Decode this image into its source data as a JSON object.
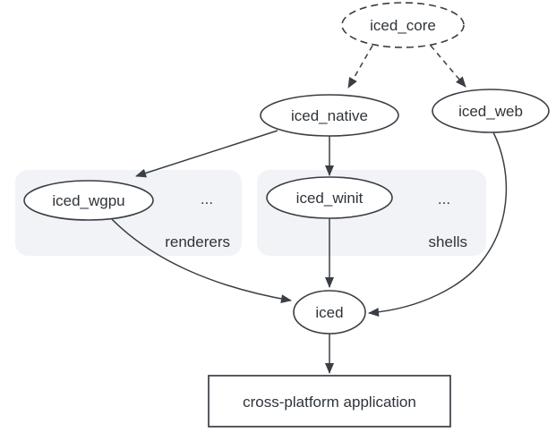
{
  "diagram": {
    "nodes": {
      "iced_core": {
        "label": "iced_core",
        "shape": "ellipse",
        "border": "dashed"
      },
      "iced_native": {
        "label": "iced_native",
        "shape": "ellipse",
        "border": "solid"
      },
      "iced_web": {
        "label": "iced_web",
        "shape": "ellipse",
        "border": "solid"
      },
      "iced_wgpu": {
        "label": "iced_wgpu",
        "shape": "ellipse",
        "border": "solid"
      },
      "iced_winit": {
        "label": "iced_winit",
        "shape": "ellipse",
        "border": "solid"
      },
      "iced": {
        "label": "iced",
        "shape": "ellipse",
        "border": "solid"
      },
      "application": {
        "label": "cross-platform application",
        "shape": "rectangle",
        "border": "solid"
      }
    },
    "groups": {
      "renderers": {
        "label": "renderers",
        "ellipsis": "...",
        "members": [
          "iced_wgpu"
        ]
      },
      "shells": {
        "label": "shells",
        "ellipsis": "...",
        "members": [
          "iced_winit"
        ]
      }
    },
    "edges": [
      {
        "from": "iced_core",
        "to": "iced_native",
        "style": "dashed"
      },
      {
        "from": "iced_core",
        "to": "iced_web",
        "style": "dashed"
      },
      {
        "from": "iced_native",
        "to": "iced_wgpu",
        "style": "solid"
      },
      {
        "from": "iced_native",
        "to": "iced_winit",
        "style": "solid"
      },
      {
        "from": "iced_wgpu",
        "to": "iced",
        "style": "solid"
      },
      {
        "from": "iced_winit",
        "to": "iced",
        "style": "solid"
      },
      {
        "from": "iced_web",
        "to": "iced",
        "style": "solid"
      },
      {
        "from": "iced",
        "to": "application",
        "style": "solid"
      }
    ]
  },
  "colors": {
    "stroke": "#3a3e45",
    "text": "#2f343a",
    "accent_blue": "#1a73e8",
    "group_fill": "#f1f3f6",
    "node_fill": "#ffffff",
    "background": "#ffffff"
  }
}
